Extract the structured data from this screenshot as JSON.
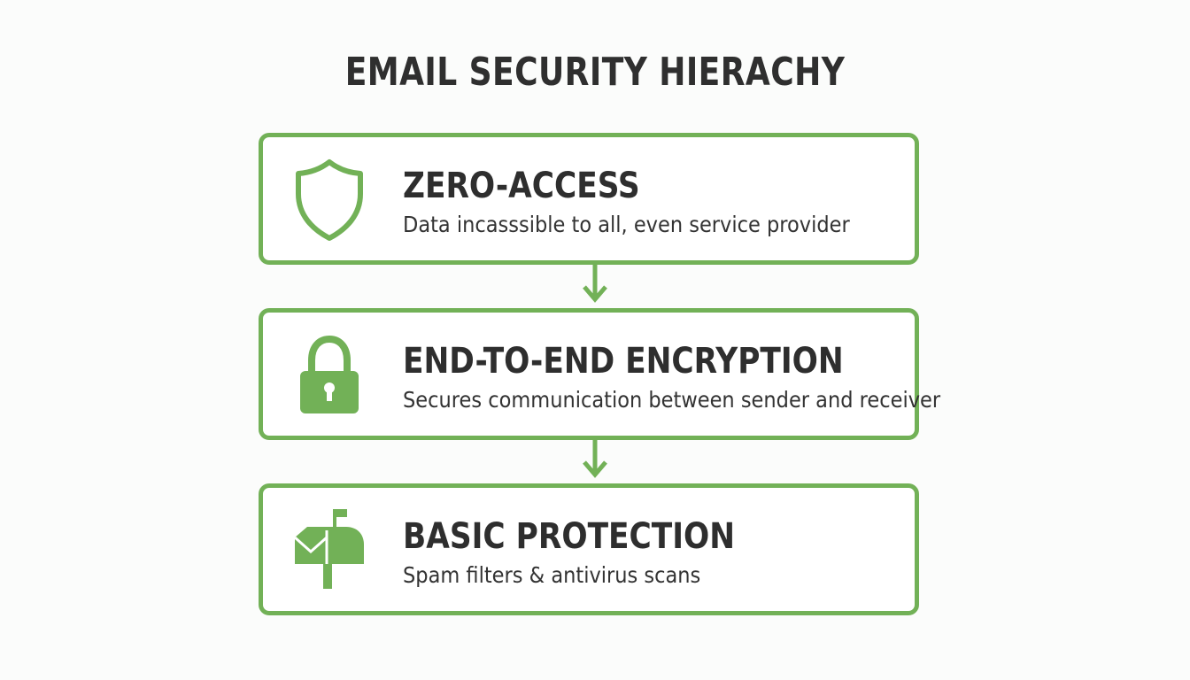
{
  "title": "EMAIL SECURITY HIERACHY",
  "colors": {
    "accent": "#72b157",
    "text": "#2e2e2e",
    "background": "#fbfcfb"
  },
  "levels": [
    {
      "heading": "ZERO-ACCESS",
      "description": "Data incasssible to all, even service provider",
      "icon": "shield-icon"
    },
    {
      "heading": "END-TO-END ENCRYPTION",
      "description": "Secures communication between sender and receiver",
      "icon": "padlock-icon"
    },
    {
      "heading": "BASIC PROTECTION",
      "description": "Spam filters & antivirus scans",
      "icon": "mailbox-icon"
    }
  ]
}
